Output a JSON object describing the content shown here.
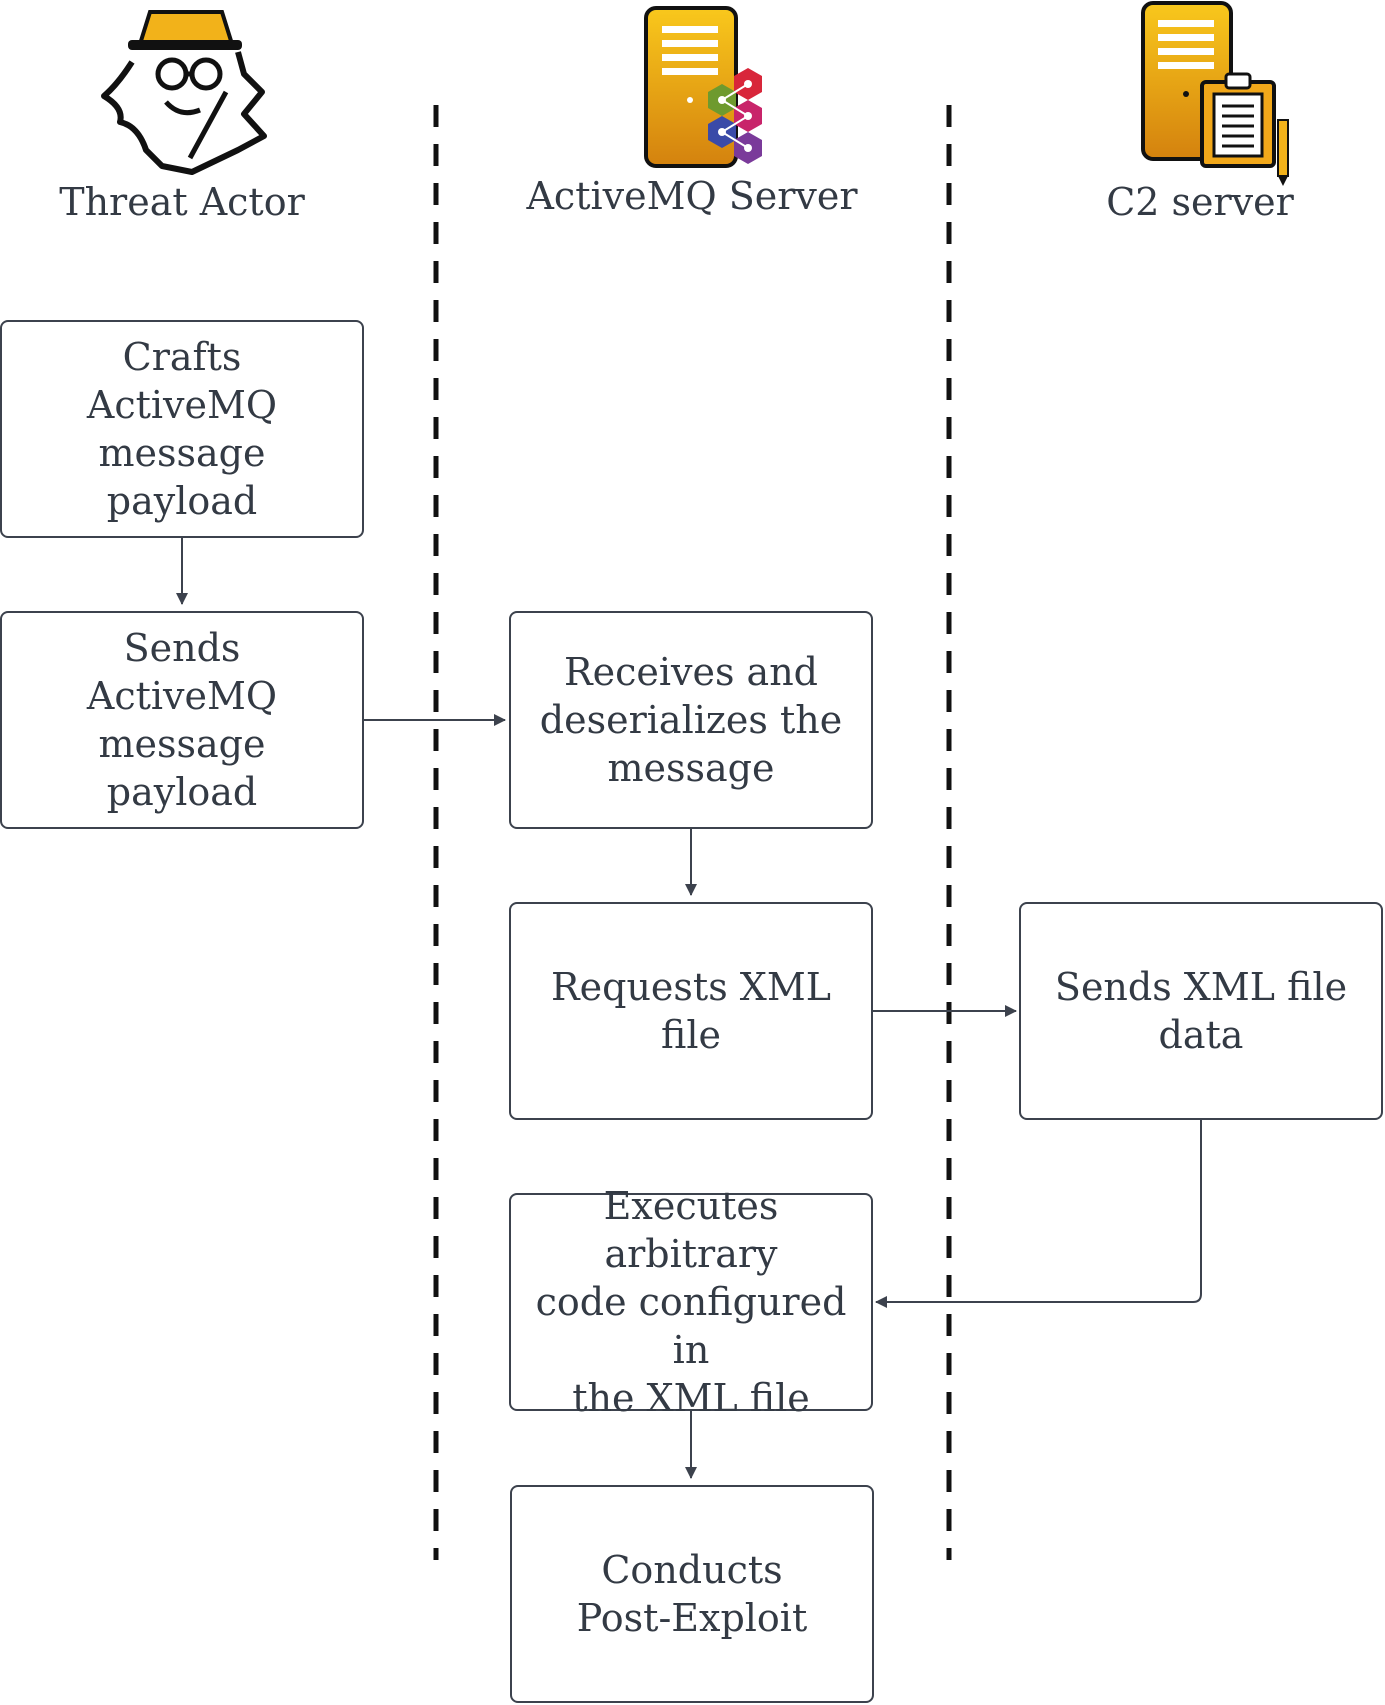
{
  "lanes": [
    {
      "id": "threat-actor",
      "label": "Threat Actor",
      "icon": "spy-icon"
    },
    {
      "id": "activemq-server",
      "label": "ActiveMQ Server",
      "icon": "server-activemq-icon"
    },
    {
      "id": "c2-server",
      "label": "C2 server",
      "icon": "server-clipboard-icon"
    }
  ],
  "steps": {
    "crafts": "Crafts ActiveMQ\nmessage payload",
    "sends": "Sends ActiveMQ\nmessage payload",
    "receives": "Receives and\ndeserializes the\nmessage",
    "requests": "Requests XML file",
    "sends_xml": "Sends XML file\ndata",
    "executes": "Executes arbitrary\ncode configured in\nthe XML file",
    "conducts": "Conducts\nPost-Exploit"
  },
  "colors": {
    "line": "#3c424d",
    "text": "#333a44",
    "gold_light": "#f7c21a",
    "gold_dark": "#d88a10",
    "hex_red": "#d8263a",
    "hex_green": "#6e9a2e",
    "hex_blue": "#3a4aa8",
    "hex_purple": "#7a3a9a",
    "hex_pink": "#c8246a"
  }
}
